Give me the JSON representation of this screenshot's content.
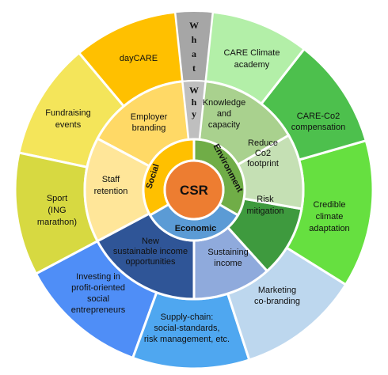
{
  "center": {
    "label": "CSR",
    "color": "#ED7D31"
  },
  "pillars": [
    {
      "key": "social",
      "label": "Social",
      "color": "#FFC000"
    },
    {
      "key": "environment",
      "label": "Environment",
      "color": "#70AD47"
    },
    {
      "key": "economic",
      "label": "Economic",
      "color": "#5B9BD5"
    }
  ],
  "what_why": {
    "what": "What",
    "why": "Why",
    "colors": [
      "#A6A6A6",
      "#BFBFBF"
    ]
  },
  "inner_ring": [
    {
      "label": "Employer branding",
      "color": "#FFD966"
    },
    {
      "label": "Staff retention",
      "color": "#FFE699"
    },
    {
      "label": "New sustainable income opportunities",
      "color": "#2F5597"
    },
    {
      "label": "Sustaining income",
      "color": "#8FAADC"
    },
    {
      "label": "Risk mitigation",
      "color": "#3E9A3E"
    },
    {
      "label": "Reduce Co2 footprint",
      "color": "#C5E0B4"
    },
    {
      "label": "Knowledge and capacity",
      "color": "#A9D18E"
    }
  ],
  "outer_ring": [
    {
      "label": "dayCARE",
      "color": "#FFC000"
    },
    {
      "label": "Fundraising events",
      "color": "#F4E55A"
    },
    {
      "label": "Sport (ING marathon)",
      "color": "#D7D941"
    },
    {
      "label": "Investing in profit-oriented social entrepreneurs",
      "color": "#4F8EF7"
    },
    {
      "label": "Supply-chain: social-standards, risk management, etc.",
      "color": "#4FA7F0"
    },
    {
      "label": "Marketing co-branding",
      "color": "#BDD7EE"
    },
    {
      "label": "Credible climate adaptation",
      "color": "#66E040"
    },
    {
      "label": "CARE-Co2 compensation",
      "color": "#4DC04D"
    },
    {
      "label": "CARE Climate academy",
      "color": "#B3EFA8"
    }
  ]
}
